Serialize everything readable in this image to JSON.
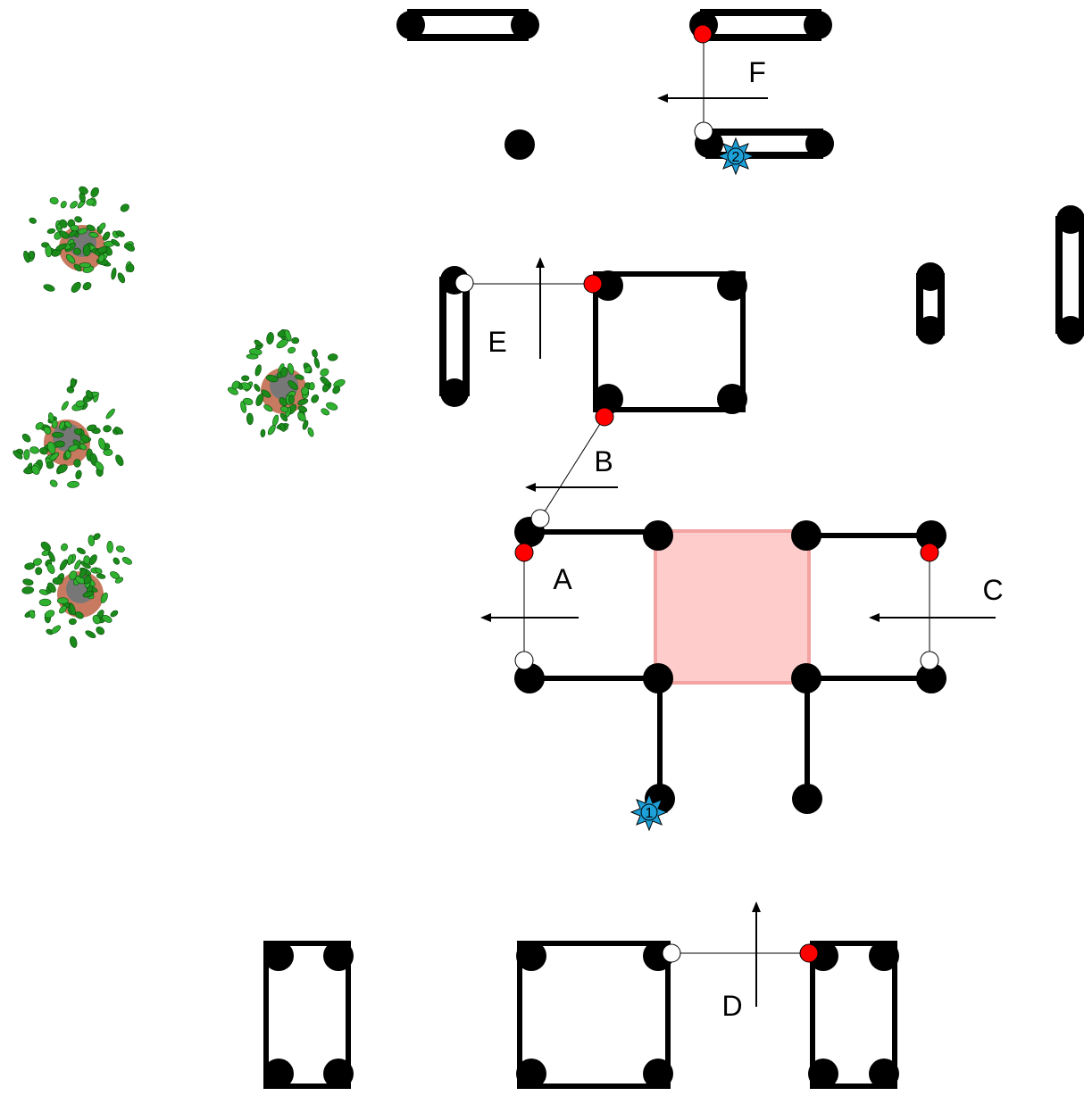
{
  "colors": {
    "post": "#000000",
    "bar": "#000000",
    "red_marker": "#ff0000",
    "white_marker": "#ffffff",
    "highlight_fill": "#ffcccc",
    "highlight_stroke": "#f4a3a3",
    "star": "#1ea0d8",
    "plant_leaf": "#1a8a1a",
    "plant_pot": "#c87a60"
  },
  "labels": {
    "A": "A",
    "B": "B",
    "C": "C",
    "D": "D",
    "E": "E",
    "F": "F"
  },
  "markers": {
    "star_1": "1",
    "star_2": "2"
  },
  "icons": {
    "plant": "potted-plant-icon",
    "star": "starburst-icon"
  }
}
